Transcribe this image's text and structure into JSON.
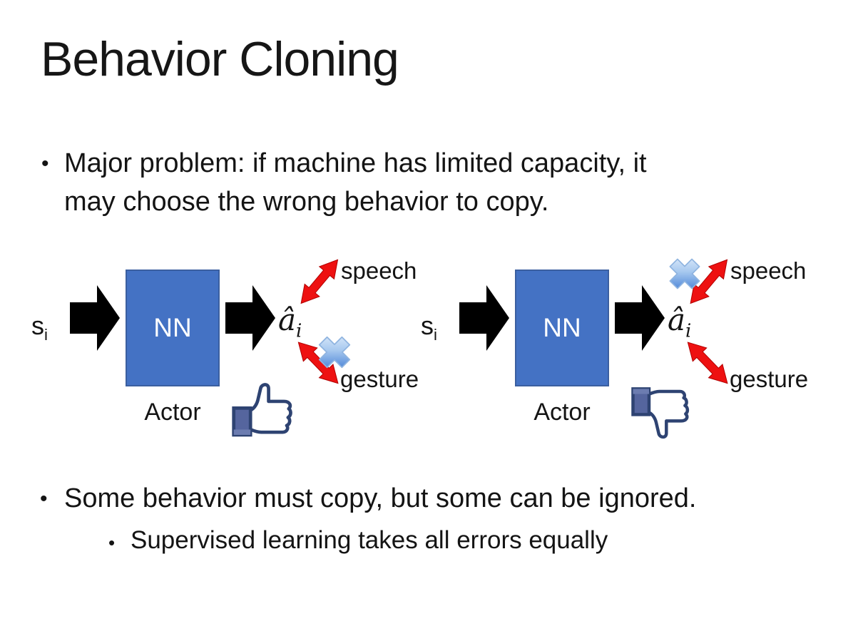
{
  "slide": {
    "title": "Behavior Cloning",
    "bullets": {
      "marker": "•",
      "b1_line1": "Major problem: if machine has limited capacity, it",
      "b1_line2": "may choose the wrong behavior to copy.",
      "b2": "Some behavior must copy, but some can be ignored.",
      "b2_sub": "Supervised learning takes all errors equally"
    }
  },
  "diagrams": [
    {
      "input_base": "s",
      "input_sub": "i",
      "nn_label": "NN",
      "actor_label": "Actor",
      "output_base": "â",
      "output_sub": "i",
      "speech_label": "speech",
      "gesture_label": "gesture",
      "crossed_out": "gesture",
      "feedback_icon": "thumbs-up"
    },
    {
      "input_base": "s",
      "input_sub": "i",
      "nn_label": "NN",
      "actor_label": "Actor",
      "output_base": "â",
      "output_sub": "i",
      "speech_label": "speech",
      "gesture_label": "gesture",
      "crossed_out": "speech",
      "feedback_icon": "thumbs-down"
    }
  ],
  "colors": {
    "nn_box": "#4472C4",
    "nn_border": "#3b5fa0",
    "arrow_black": "#000000",
    "arrow_red": "#ee1111",
    "arrow_red_dark": "#b00000",
    "cross_light": "#ddeafa",
    "cross_mid": "#7aabe4",
    "cross_dark": "#2f6fd0",
    "cross_edge": "#8fb4e0",
    "thumb_navy": "#2e4372",
    "thumb_sleeve": "#55659e",
    "thumb_shade": "#dcdcdc",
    "text": "#141414"
  }
}
